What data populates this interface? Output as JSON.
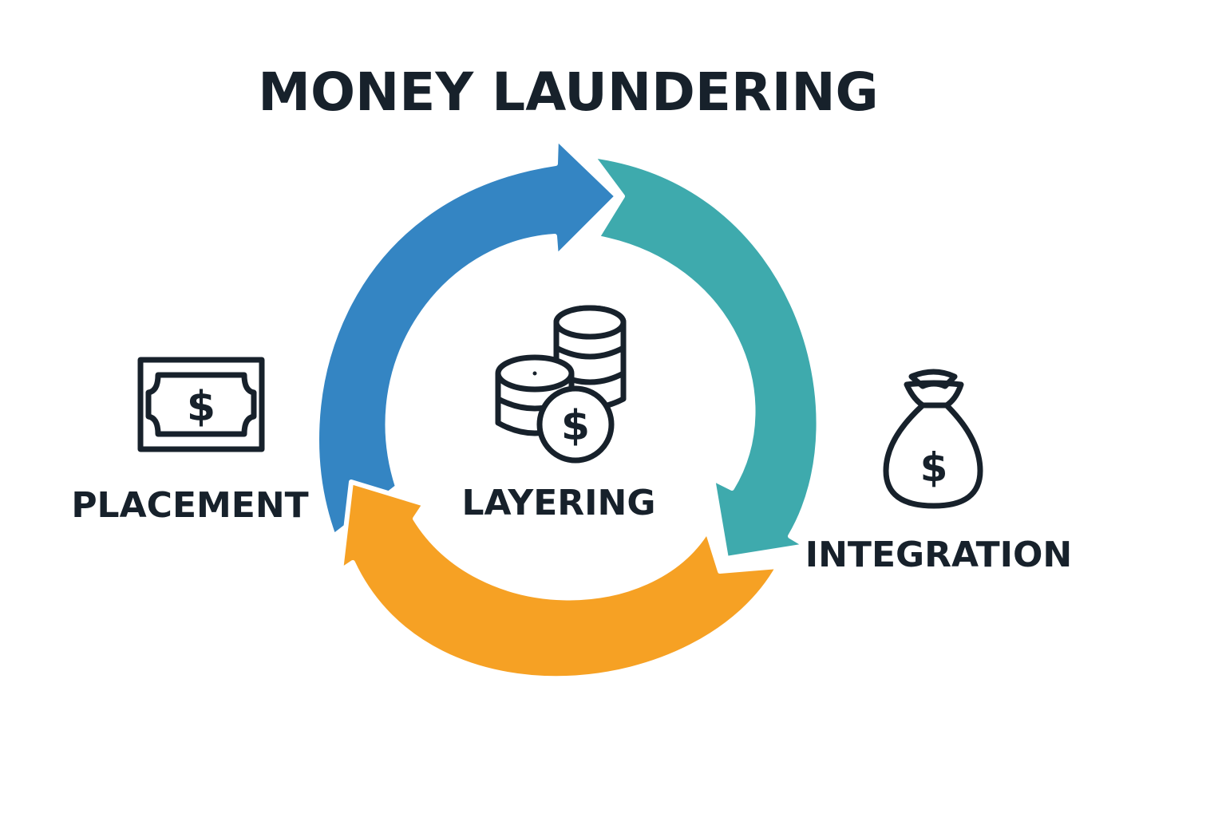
{
  "title": "MONEY LAUNDERING",
  "stages": [
    {
      "label": "PLACEMENT",
      "icon": "banknote-icon"
    },
    {
      "label": "LAYERING",
      "icon": "coin-stack-icon"
    },
    {
      "label": "INTEGRATION",
      "icon": "money-bag-icon"
    }
  ],
  "currency_symbol": "$",
  "colors": {
    "placement_arrow": "#3485c3",
    "integration_arrow": "#3eaaad",
    "layering_arrow": "#f6a124",
    "text": "#17212b"
  }
}
